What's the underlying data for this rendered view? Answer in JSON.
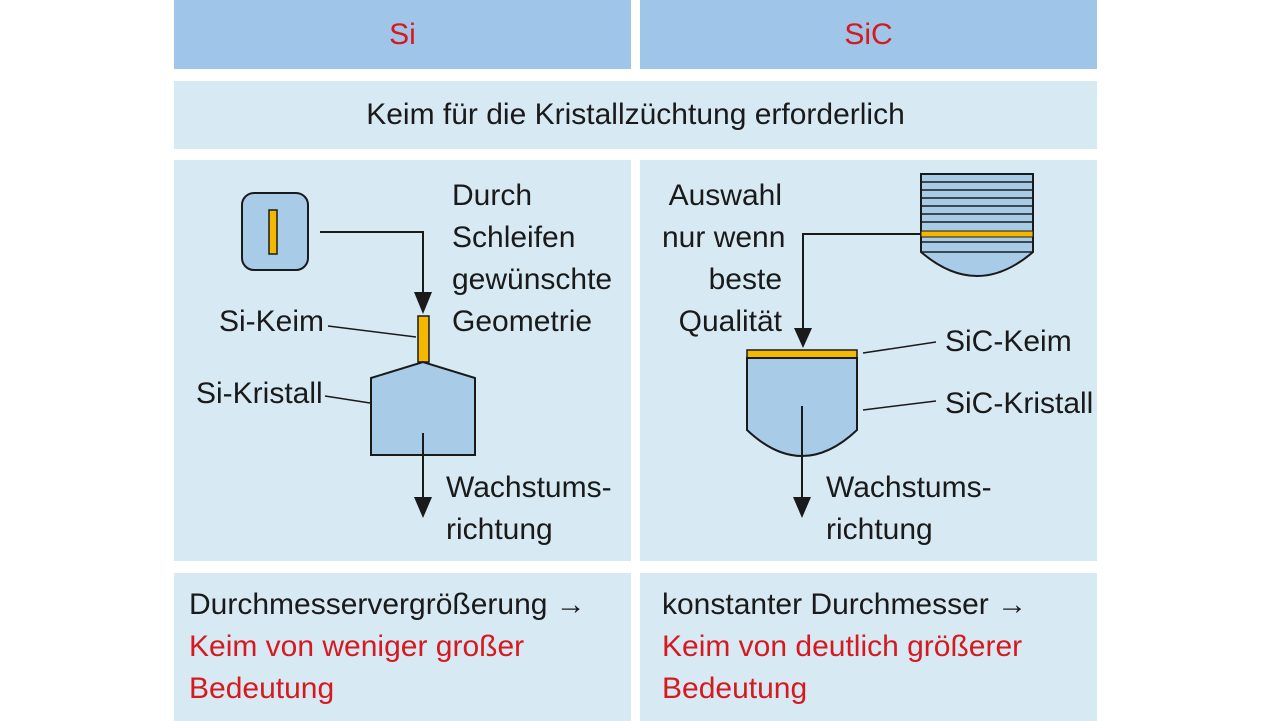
{
  "colors": {
    "header_bg": "#9fc5e8",
    "panel_bg": "#d7e9f3",
    "crystal_fill": "#a8cbe8",
    "seed": "#f5b800",
    "accent_red": "#d7191f",
    "line": "#1a1a1a"
  },
  "header": {
    "left": "Si",
    "right": "SiC"
  },
  "banner": "Keim für die Kristallzüchtung erforderlich",
  "si": {
    "note": [
      "Durch",
      "Schleifen",
      "gewünschte",
      "Geometrie"
    ],
    "seed_label": "Si-Keim",
    "crystal_label": "Si-Kristall",
    "growth": [
      "Wachstums-",
      "richtung"
    ]
  },
  "sic": {
    "note": [
      "Auswahl",
      "nur wenn",
      "beste",
      "Qualität"
    ],
    "seed_label": "SiC-Keim",
    "crystal_label": "SiC-Kristall",
    "growth": [
      "Wachstums-",
      "richtung"
    ]
  },
  "footer": {
    "left": {
      "line1": "Durchmesservergrößerung →",
      "line2": "Keim von weniger großer",
      "line3": "Bedeutung"
    },
    "right": {
      "line1": "konstanter Durchmesser →",
      "line2": "Keim von deutlich größerer",
      "line3": "Bedeutung"
    }
  }
}
